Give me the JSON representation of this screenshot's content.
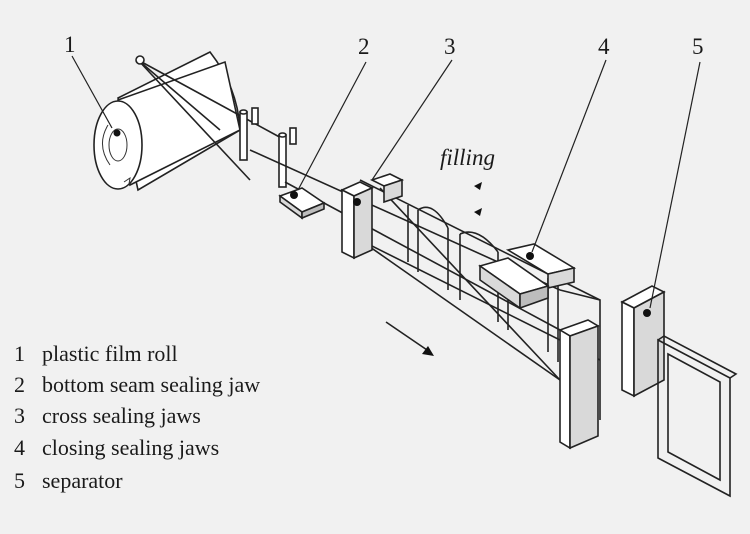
{
  "figure": {
    "filling_label": "filling",
    "callouts": [
      {
        "number": "1"
      },
      {
        "number": "2"
      },
      {
        "number": "3"
      },
      {
        "number": "4"
      },
      {
        "number": "5"
      }
    ],
    "legend": [
      {
        "number": "1",
        "text": "plastic film roll"
      },
      {
        "number": "2",
        "text": "bottom seam sealing jaw"
      },
      {
        "number": "3",
        "text": "cross sealing jaws"
      },
      {
        "number": "4",
        "text": "closing sealing jaws"
      },
      {
        "number": "5",
        "text": "separator"
      }
    ]
  }
}
